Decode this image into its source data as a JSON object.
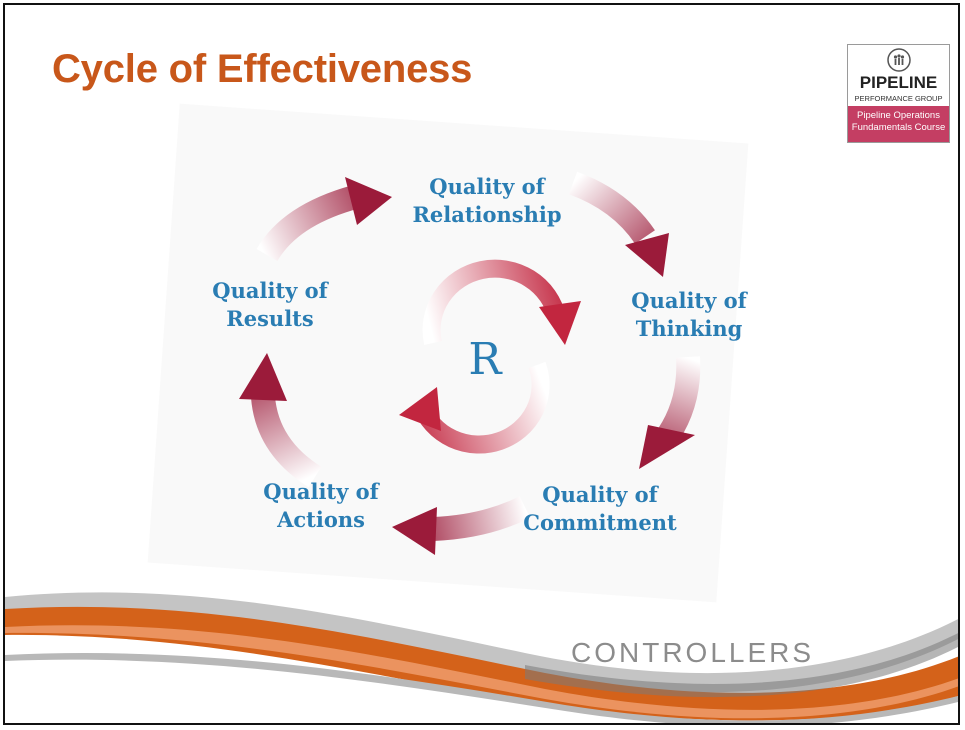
{
  "slide": {
    "title": "Cycle of Effectiveness",
    "footer_word": "CONTROLLERS"
  },
  "logo": {
    "name": "PIPELINE",
    "subtitle": "PERFORMANCE GROUP",
    "course_line1": "Pipeline Operations",
    "course_line2": "Fundamentals Course"
  },
  "cycle": {
    "center_letter": "R",
    "nodes": [
      {
        "line1": "Quality of",
        "line2": "Relationship"
      },
      {
        "line1": "Quality of",
        "line2": "Thinking"
      },
      {
        "line1": "Quality of",
        "line2": "Commitment"
      },
      {
        "line1": "Quality of",
        "line2": "Actions"
      },
      {
        "line1": "Quality of",
        "line2": "Results"
      }
    ]
  },
  "colors": {
    "title": "#c8571a",
    "label": "#2a7db3",
    "arrow": "#9b1b3a",
    "arrow_fade": "#ffffff",
    "logo_band": "#c43e63",
    "swoosh_orange": "#d4621a",
    "swoosh_gray": "#9a9a9a"
  }
}
